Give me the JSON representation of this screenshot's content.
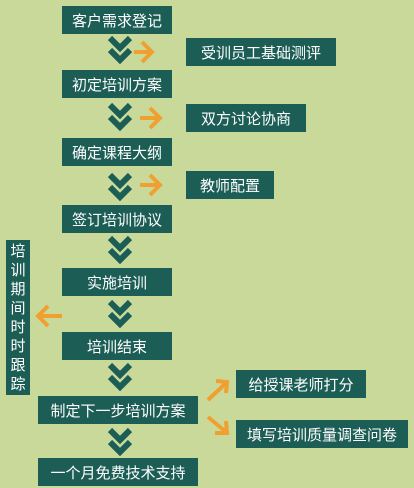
{
  "main_steps": [
    "客户需求登记",
    "初定培训方案",
    "确定课程大纲",
    "签订培训协议",
    "实施培训",
    "培训结束",
    "制定下一步培训方案",
    "一个月免费技术支持"
  ],
  "side_steps": [
    "受训员工基础测评",
    "双方讨论协商",
    "教师配置",
    "给授课老师打分",
    "填写培训质量调查问卷"
  ],
  "side_note": "培训期间时时跟踪",
  "colors": {
    "background": "#c9d99a",
    "box": "#1c5e55",
    "text": "#ffffff",
    "arrow_down": "#1c5e55",
    "arrow_side": "#f0a030"
  }
}
